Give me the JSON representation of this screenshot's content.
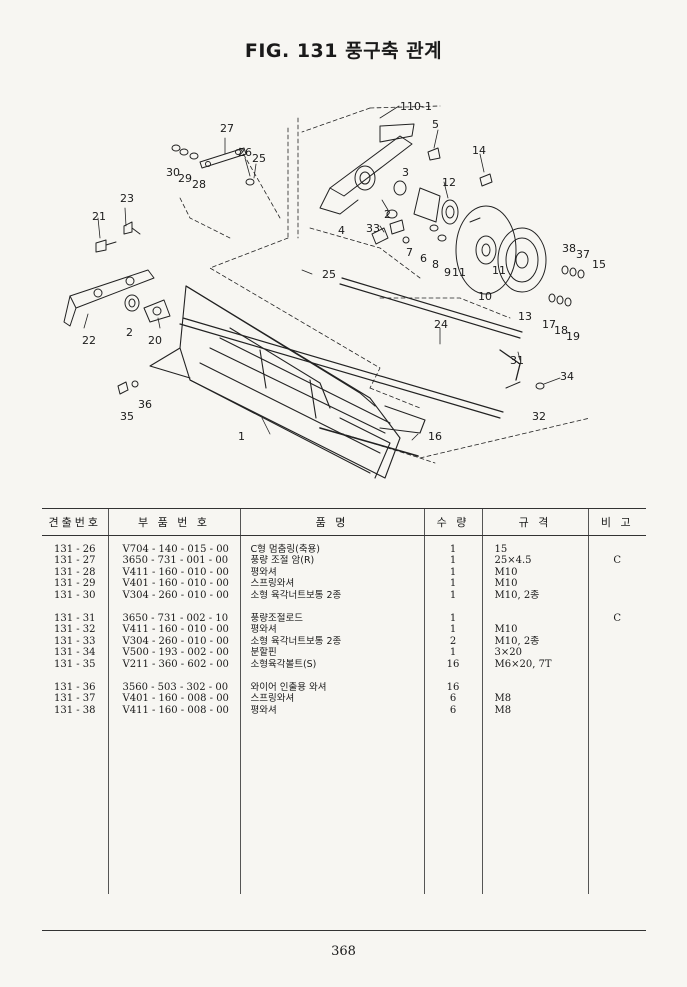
{
  "figure": {
    "title": "FIG. 131 풍구축 관계",
    "callouts": {
      "c110_1": "110-1",
      "c5": "5",
      "c14": "14",
      "c27": "27",
      "c26": "26",
      "c25a": "25",
      "c30": "30",
      "c29": "29",
      "c28": "28",
      "c3": "3",
      "c12": "12",
      "c2a": "2",
      "c4": "4",
      "c33": "33",
      "c7": "7",
      "c6": "6",
      "c8": "8",
      "c9": "9",
      "c11a": "11",
      "c11b": "11",
      "c10": "10",
      "c38": "38",
      "c37": "37",
      "c15": "15",
      "c23": "23",
      "c21": "21",
      "c25b": "25",
      "c2b": "2",
      "c20": "20",
      "c22": "22",
      "c24": "24",
      "c13": "13",
      "c17": "17",
      "c18": "18",
      "c19": "19",
      "c31": "31",
      "c34": "34",
      "c32": "32",
      "c36": "36",
      "c35": "35",
      "c16": "16",
      "c1": "1"
    }
  },
  "table": {
    "headers": {
      "ref": "견출번호",
      "part_no": "부 품 번 호",
      "name": "품 명",
      "qty": "수 량",
      "spec": "규 격",
      "remark": "비 고"
    },
    "groups": [
      [
        {
          "ref": "131 - 26",
          "part_no": "V704 - 140 - 015 - 00",
          "name": "C형 멈춤링(축용)",
          "qty": "1",
          "spec": "15",
          "remark": ""
        },
        {
          "ref": "131 - 27",
          "part_no": "3650 - 731 - 001 - 00",
          "name": "풍량 조절 암(R)",
          "qty": "1",
          "spec": "25×4.5",
          "remark": "C"
        },
        {
          "ref": "131 - 28",
          "part_no": "V411 - 160 - 010 - 00",
          "name": "평와셔",
          "qty": "1",
          "spec": "M10",
          "remark": ""
        },
        {
          "ref": "131 - 29",
          "part_no": "V401 - 160 - 010 - 00",
          "name": "스프링와셔",
          "qty": "1",
          "spec": "M10",
          "remark": ""
        },
        {
          "ref": "131 - 30",
          "part_no": "V304 - 260 - 010 - 00",
          "name": "소형 육각너트보통 2종",
          "qty": "1",
          "spec": "M10, 2종",
          "remark": ""
        }
      ],
      [
        {
          "ref": "131 - 31",
          "part_no": "3650 - 731 - 002 - 10",
          "name": "풍량조절로드",
          "qty": "1",
          "spec": "",
          "remark": "C"
        },
        {
          "ref": "131 - 32",
          "part_no": "V411 - 160 - 010 - 00",
          "name": "평와셔",
          "qty": "1",
          "spec": "M10",
          "remark": ""
        },
        {
          "ref": "131 - 33",
          "part_no": "V304 - 260 - 010 - 00",
          "name": "소형 육각너트보통 2종",
          "qty": "2",
          "spec": "M10, 2종",
          "remark": ""
        },
        {
          "ref": "131 - 34",
          "part_no": "V500 - 193 - 002 - 00",
          "name": "분할핀",
          "qty": "1",
          "spec": "3×20",
          "remark": ""
        },
        {
          "ref": "131 - 35",
          "part_no": "V211 - 360 - 602 - 00",
          "name": "소형육각볼트(S)",
          "qty": "16",
          "spec": "M6×20, 7T",
          "remark": ""
        }
      ],
      [
        {
          "ref": "131 - 36",
          "part_no": "3560 - 503 - 302 - 00",
          "name": "와이어 인출용 와셔",
          "qty": "16",
          "spec": "",
          "remark": ""
        },
        {
          "ref": "131 - 37",
          "part_no": "V401 - 160 - 008 - 00",
          "name": "스프링와셔",
          "qty": "6",
          "spec": "M8",
          "remark": ""
        },
        {
          "ref": "131 - 38",
          "part_no": "V411 - 160 - 008 - 00",
          "name": "평와셔",
          "qty": "6",
          "spec": "M8",
          "remark": ""
        }
      ]
    ]
  },
  "page_number": "368"
}
